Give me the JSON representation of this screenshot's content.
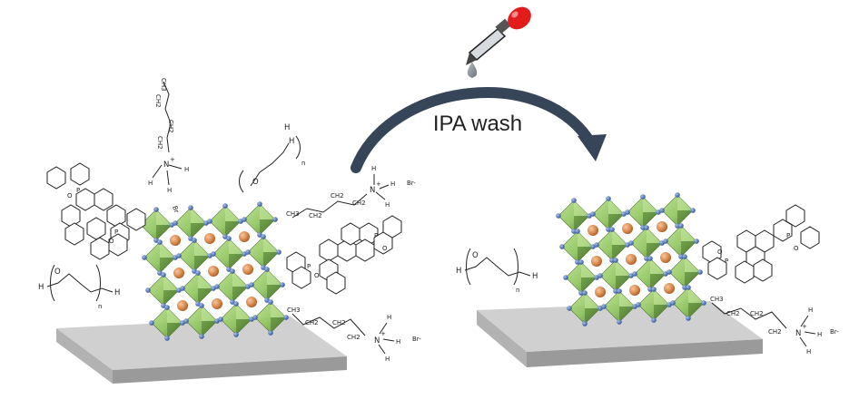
{
  "process_label": "IPA wash",
  "colors": {
    "arrow": "#364658",
    "dropper_bulb": "#e21b1b",
    "droplet": "#8a8f96",
    "substrate_top": "#c8c8c8",
    "substrate_side": "#9a9a9a",
    "octahedron": "#8fc45e",
    "octahedron_dark": "#4f7f2c",
    "halide": "#3d67b3",
    "cation": "#d98a4c"
  },
  "icons": {
    "dropper": "dropper-icon",
    "droplet": "droplet-icon"
  },
  "before": {
    "alkylammonium_top": {
      "groups": [
        "CH3",
        "CH2",
        "CH2",
        "CH2",
        "N",
        "+",
        "H",
        "H",
        "H"
      ],
      "counterion": "Br"
    },
    "alkylammonium_right": {
      "groups": [
        "CH3",
        "CH2",
        "CH2",
        "CH2",
        "N",
        "+",
        "H",
        "H",
        "H"
      ],
      "counterion": "Br-"
    },
    "alkylammonium_bottom": {
      "groups": [
        "CH3",
        "CH2",
        "CH2",
        "CH2",
        "N",
        "+",
        "H",
        "H",
        "H"
      ],
      "counterion": "Br-"
    },
    "peo_left": {
      "atoms": [
        "H",
        "O",
        "H"
      ],
      "repeat": "n"
    },
    "peo_top": {
      "atoms": [
        "H",
        "O",
        "H"
      ],
      "repeat": "n"
    },
    "spiro_left": {
      "atoms": [
        "P",
        "O",
        "P",
        "O"
      ]
    },
    "spiro_right": {
      "atoms": [
        "P",
        "O",
        "P",
        "O"
      ]
    }
  },
  "after": {
    "peo_left": {
      "atoms": [
        "H",
        "O",
        "H"
      ],
      "repeat": "n"
    },
    "spiro_right": {
      "atoms": [
        "P",
        "O",
        "P",
        "O"
      ]
    },
    "alkylammonium_bottom": {
      "groups": [
        "CH3",
        "CH2",
        "CH2",
        "CH2",
        "N",
        "+",
        "H",
        "H",
        "H"
      ],
      "counterion": "Br-"
    }
  }
}
